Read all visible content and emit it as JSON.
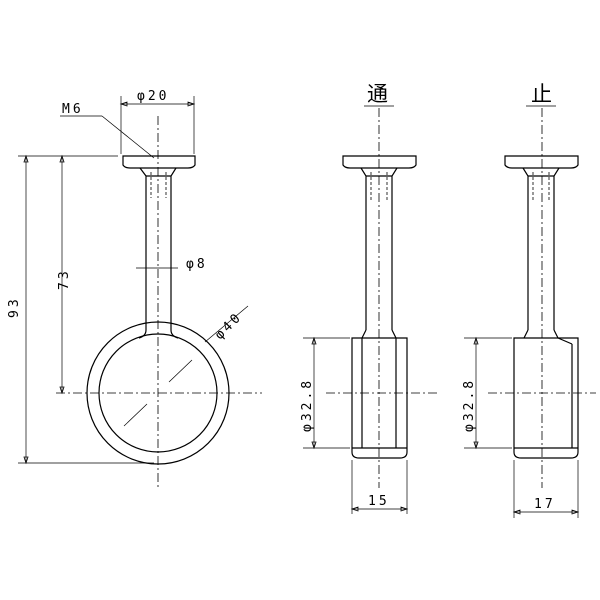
{
  "titles": {
    "through": "通",
    "stop": "止"
  },
  "dimensions": {
    "thread": "M6",
    "flange_dia": "φ20",
    "rod_dia": "φ8",
    "ring_dia": "φ40",
    "total_height": "93",
    "center_height": "73",
    "socket_dia_through": "φ32.8",
    "socket_dia_stop": "φ32.8",
    "width_through": "15",
    "width_stop": "17"
  }
}
